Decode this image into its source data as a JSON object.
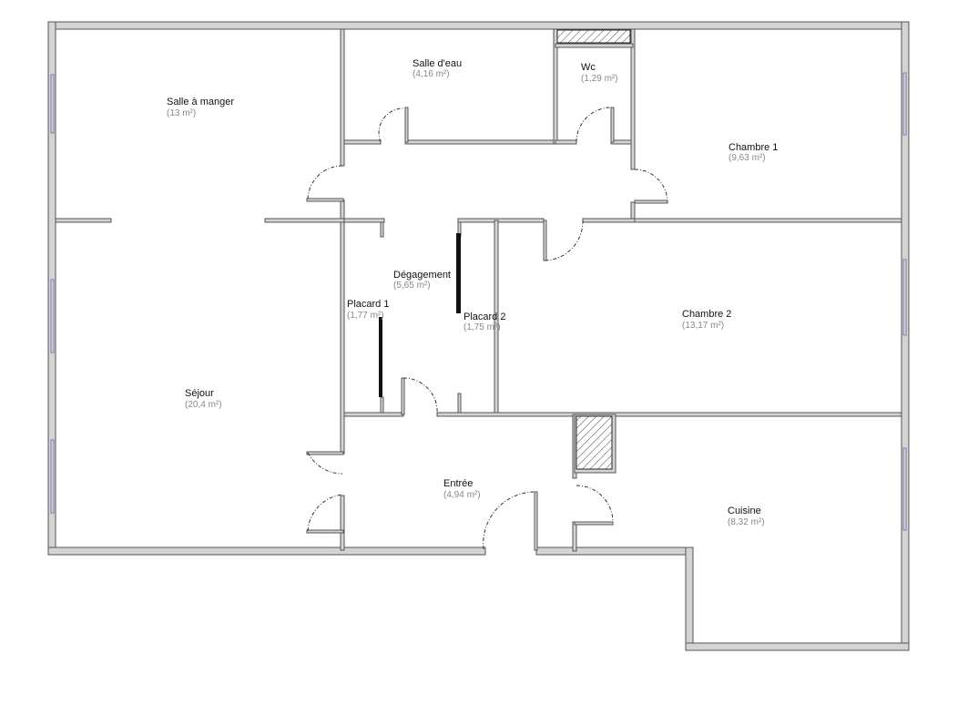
{
  "plan": {
    "title": "Plan d'appartement",
    "colors": {
      "wall_fill": "#d4d4d4",
      "wall_stroke": "#555555",
      "window": "#7a7ab0",
      "label": "#111111",
      "area": "#888888"
    },
    "rooms": [
      {
        "id": "salle-a-manger",
        "name": "Salle à manger",
        "area": "(13 m²)"
      },
      {
        "id": "salle-d-eau",
        "name": "Salle d'eau",
        "area": "(4,16 m²)"
      },
      {
        "id": "wc",
        "name": "Wc",
        "area": "(1,29 m²)"
      },
      {
        "id": "chambre-1",
        "name": "Chambre 1",
        "area": "(9,63 m²)"
      },
      {
        "id": "degagement",
        "name": "Dégagement",
        "area": "(5,65 m²)"
      },
      {
        "id": "placard-1",
        "name": "Placard 1",
        "area": "(1,77 m²)"
      },
      {
        "id": "placard-2",
        "name": "Placard 2",
        "area": "(1,75 m²)"
      },
      {
        "id": "chambre-2",
        "name": "Chambre 2",
        "area": "(13,17 m²)"
      },
      {
        "id": "sejour",
        "name": "Séjour",
        "area": "(20,4 m²)"
      },
      {
        "id": "entree",
        "name": "Entrée",
        "area": "(4,94 m²)"
      },
      {
        "id": "cuisine",
        "name": "Cuisine",
        "area": "(8,32 m²)"
      }
    ]
  }
}
